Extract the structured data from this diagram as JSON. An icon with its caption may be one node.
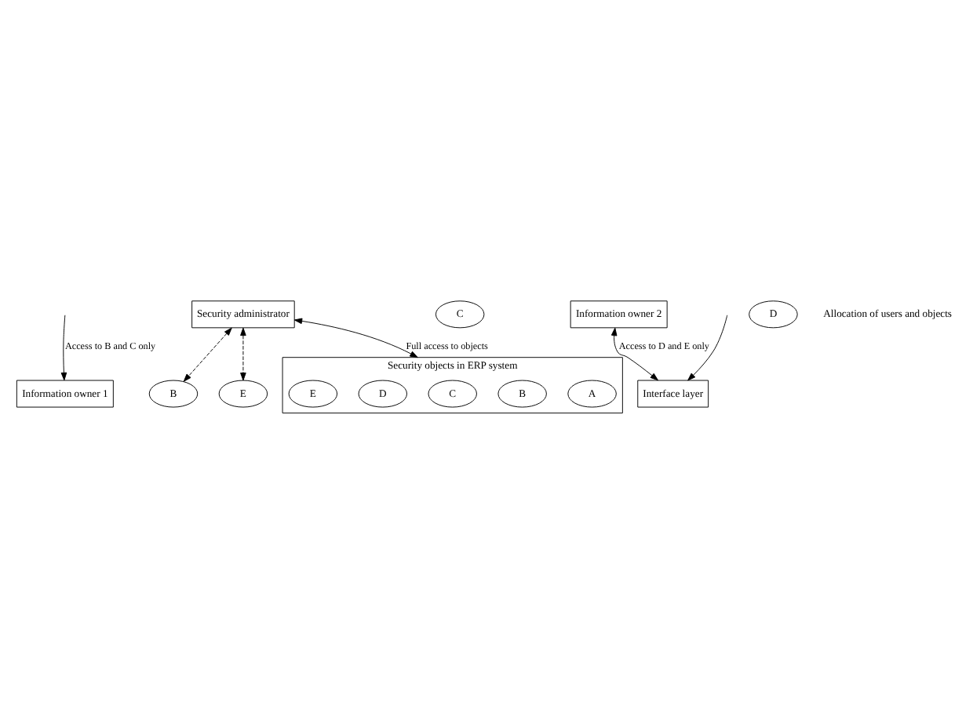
{
  "diagram": {
    "nodes": [
      {
        "text": [
          "Information owner 1"
        ]
      },
      {
        "text": [
          "B"
        ]
      },
      {
        "text": [
          "C"
        ]
      },
      {
        "text": [
          "Information owner 2"
        ]
      },
      {
        "text": [
          "D"
        ]
      },
      {
        "text": [
          "E"
        ]
      },
      {
        "text": [
          "Security administrator"
        ]
      },
      {
        "text": [
          "Interface layer"
        ]
      },
      {
        "text": [
          "Security objects in ERP system"
        ]
      },
      {
        "text": [
          "A"
        ],
        "in": 8
      },
      {
        "text": [
          "B"
        ],
        "in": 8
      },
      {
        "text": [
          "C"
        ],
        "in": 8
      },
      {
        "text": [
          "D"
        ],
        "in": 8
      },
      {
        "text": [
          "E"
        ],
        "in": 8
      }
    ],
    "edges": [
      {
        "from": 6,
        "to": 1,
        "arrow": "both",
        "style": "dashed"
      },
      {
        "from": 6,
        "to": 5,
        "arrow": "both",
        "style": "dashed"
      },
      {
        "from": null,
        "to": 0,
        "arrow": "to",
        "label": "Access to B and C only"
      },
      {
        "from": 3,
        "to": 7,
        "arrow": "both",
        "label": "Access to D and E only"
      },
      {
        "from": 6,
        "to": 8,
        "arrow": "both",
        "label": "Full access to objects"
      },
      {
        "from": null,
        "to": 7,
        "arrow": "to"
      }
    ],
    "labels": [
      "Allocation of users and objects"
    ]
  }
}
